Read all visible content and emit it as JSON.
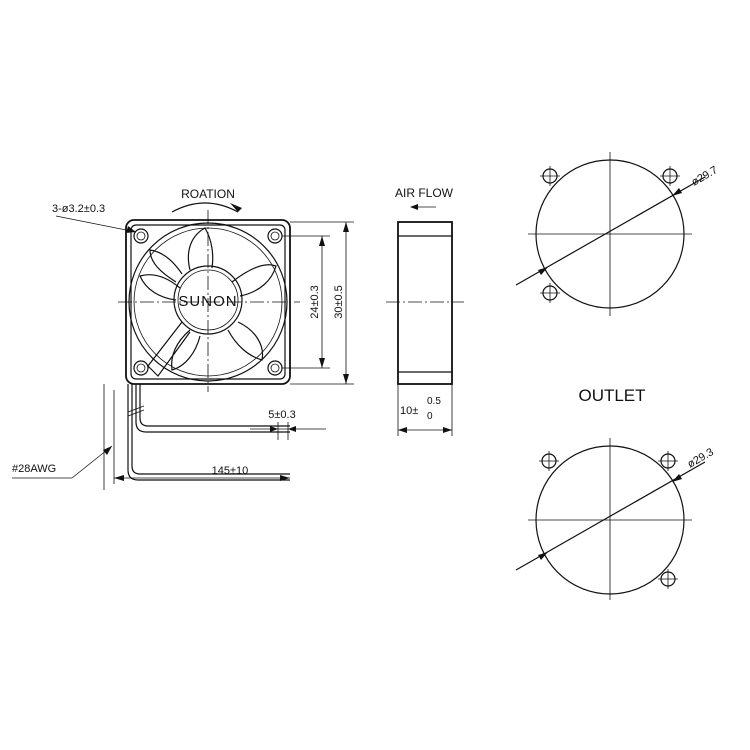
{
  "front_view": {
    "brand": "SUNON",
    "rotation_label": "ROATION",
    "mounting_holes": "3-ø3.2±0.3",
    "dim_inner": "24±0.3",
    "dim_outer": "30±0.5",
    "lead_strip": "5±0.3",
    "wire_gauge": "#28AWG",
    "lead_length": "145±10"
  },
  "side_view": {
    "airflow_label": "AIR FLOW",
    "thickness_base": "10±",
    "thickness_upper": "0.5",
    "thickness_lower": "0"
  },
  "outlet_views": {
    "label": "OUTLET",
    "top_diameter": "ø29.7",
    "bottom_diameter": "ø29.3"
  }
}
